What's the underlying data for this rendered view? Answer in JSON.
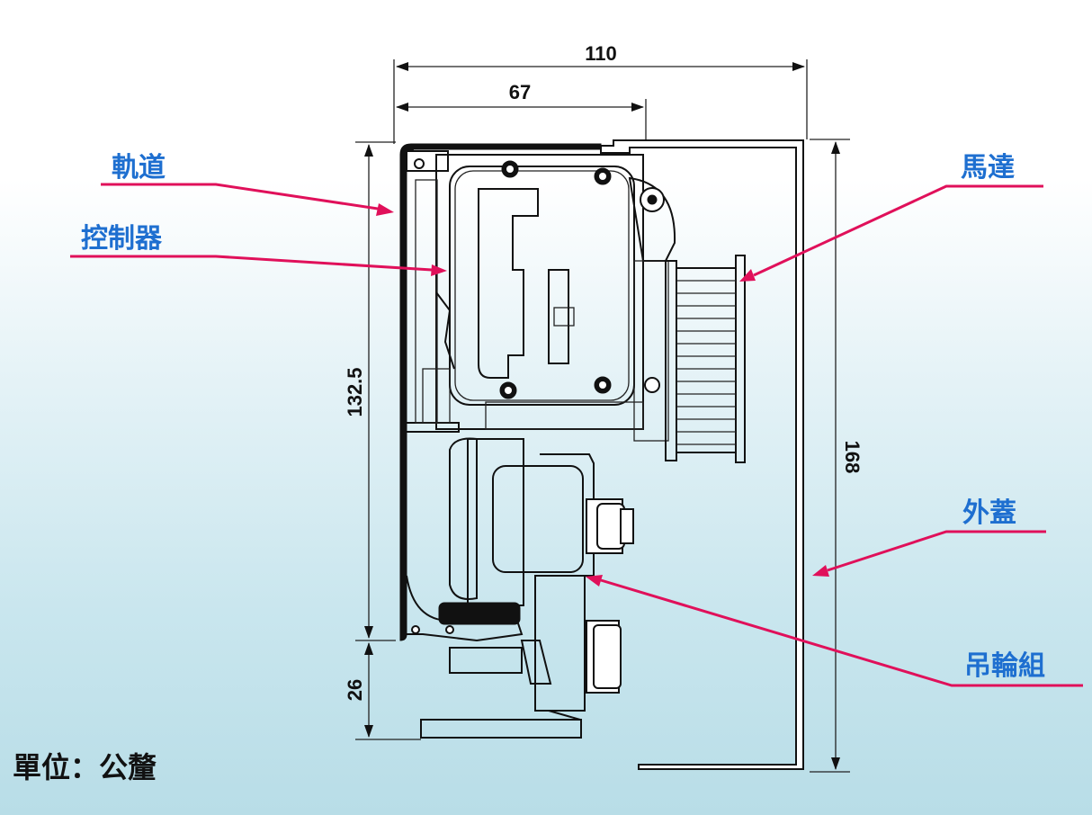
{
  "labels": {
    "rail": "軌道",
    "controller": "控制器",
    "motor": "馬達",
    "cover": "外蓋",
    "pulley": "吊輪組"
  },
  "dimensions": {
    "total_width": "110",
    "inner_width": "67",
    "rail_height": "132.5",
    "bottom_height": "26",
    "total_height": "168"
  },
  "unit_note": "單位：公釐",
  "colors": {
    "callout_text": "#1e6fd0",
    "leader_line": "#e0105a",
    "drawing_ink": "#111111"
  }
}
